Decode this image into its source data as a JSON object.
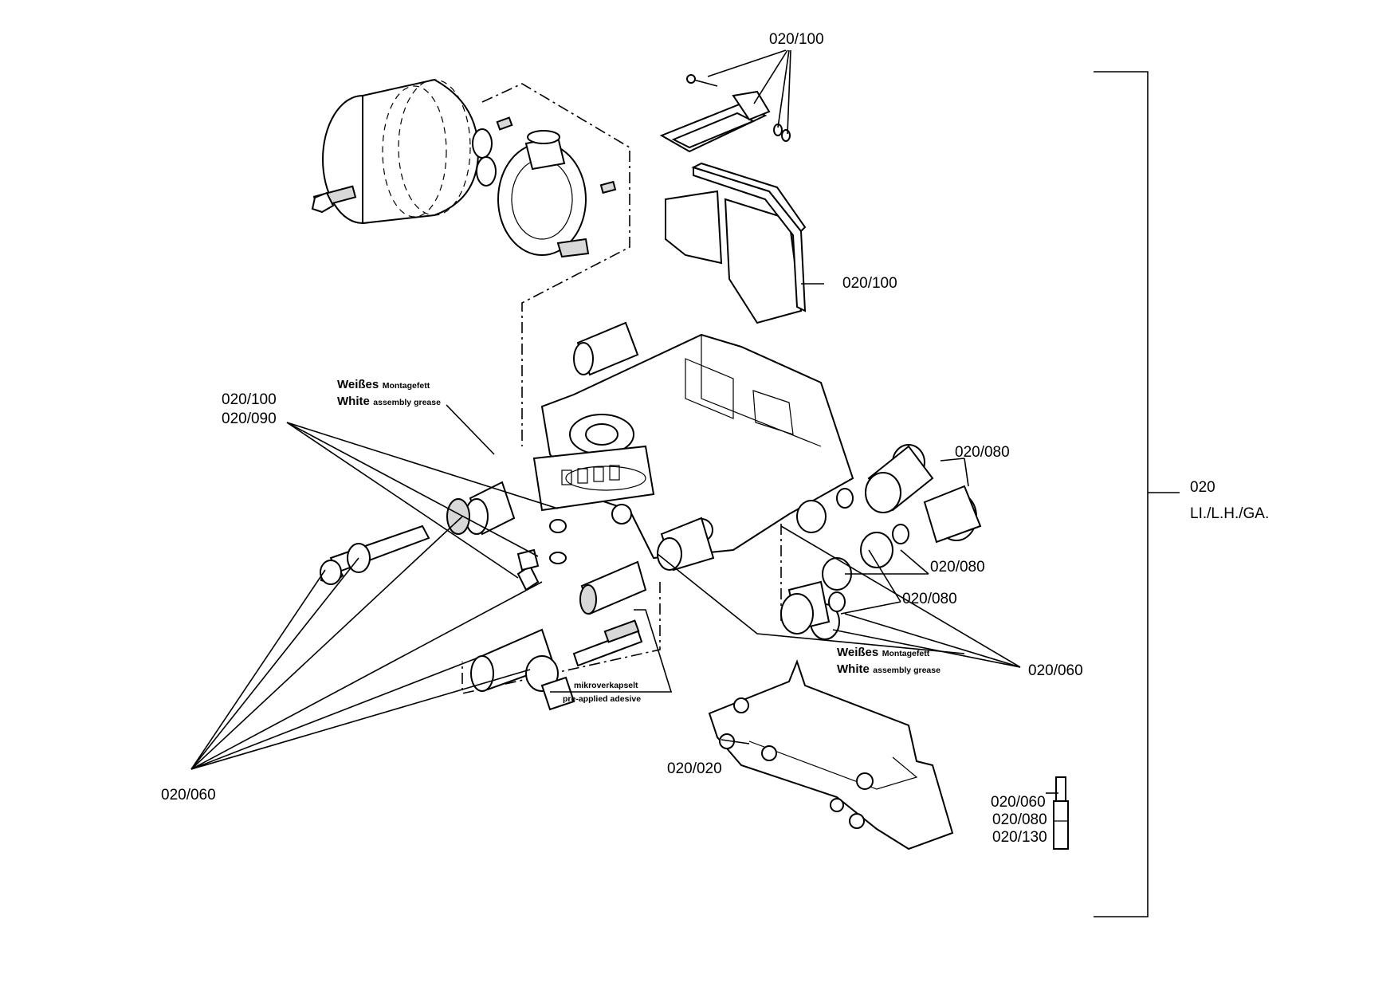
{
  "labels": {
    "pad_clip": "020/100",
    "brake_pad": "020/100",
    "left_upper_1": "020/100",
    "left_upper_2": "020/090",
    "right_upper": "020/080",
    "right_mid_1": "020/080",
    "right_mid_2": "020/080",
    "right_lower": "020/060",
    "left_lower": "020/060",
    "carrier": "020/020",
    "kit_1": "020/060",
    "kit_2": "020/080",
    "kit_3": "020/130",
    "assembly_number": "020",
    "assembly_variant": "LI./L.H./GA."
  },
  "notes": {
    "grease_top_de_big": "Weißes",
    "grease_top_de_small": "Montagefett",
    "grease_top_en_big": "White",
    "grease_top_en_small": "assembly grease",
    "grease_bottom_de_big": "Weißes",
    "grease_bottom_de_small": "Montagefett",
    "grease_bottom_en_big": "White",
    "grease_bottom_en_small": "assembly grease",
    "adhesive_de": "mikroverkapselt",
    "adhesive_en": "pre-applied adesive"
  }
}
